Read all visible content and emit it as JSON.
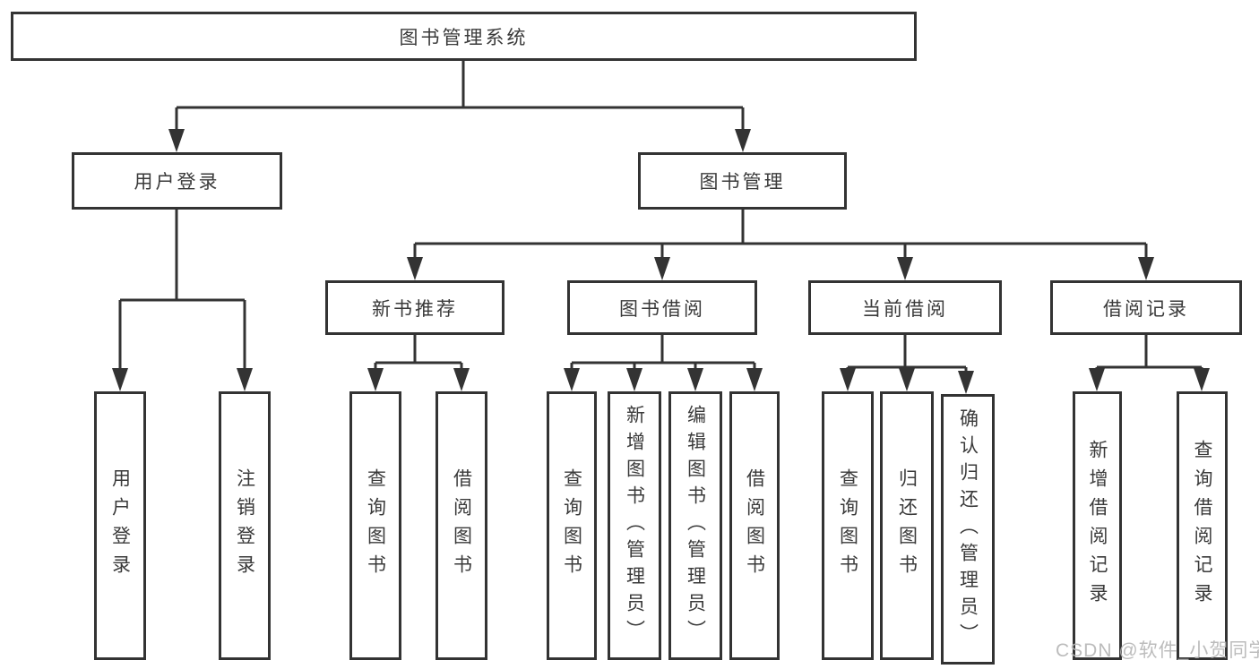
{
  "colors": {
    "line": "#333333",
    "text": "#3a3a3a",
    "box_fill": "#ffffff",
    "page_bg": "#ffffff",
    "watermark": "#b5b5b5"
  },
  "tree": {
    "root": "图书管理系统",
    "branches": [
      {
        "label": "用户登录",
        "children": [
          "用户登录",
          "注销登录"
        ]
      },
      {
        "label": "图书管理",
        "children": [
          {
            "label": "新书推荐",
            "children": [
              "查询图书",
              "借阅图书"
            ]
          },
          {
            "label": "图书借阅",
            "children": [
              "查询图书",
              "新增图书（管理员）",
              "编辑图书（管理员）",
              "借阅图书"
            ]
          },
          {
            "label": "当前借阅",
            "children": [
              "查询图书",
              "归还图书",
              "确认归还（管理员）"
            ]
          },
          {
            "label": "借阅记录",
            "children": [
              "新增借阅记录",
              "查询借阅记录"
            ]
          }
        ]
      }
    ]
  },
  "watermark": "CSDN @软件_小贺同学"
}
